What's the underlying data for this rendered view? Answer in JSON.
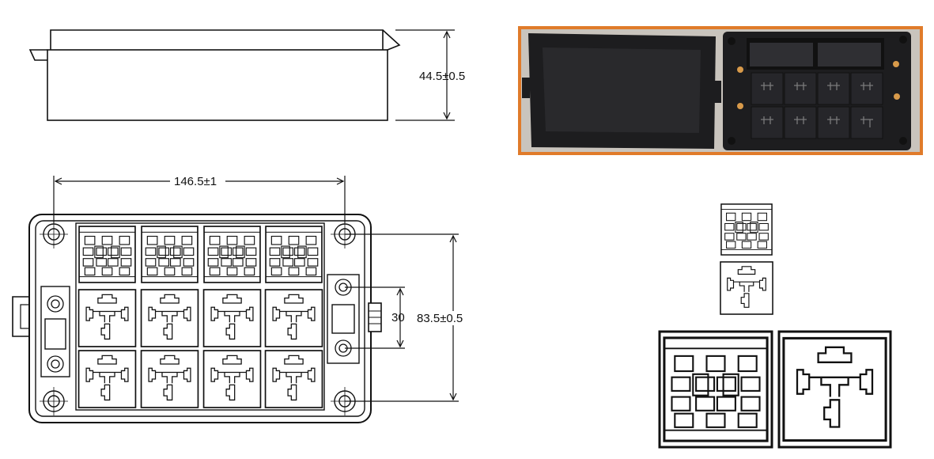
{
  "dimensions": {
    "height": "44.5±0.5",
    "width": "146.5±1",
    "depth": "83.5±0.5",
    "spacing": "30"
  },
  "colors": {
    "line": "#111111",
    "photo_border": "#e07b2a",
    "photo_bg": "#c9c4bd",
    "plastic": "#1d1d1f"
  },
  "layout": {
    "fuse_slots": 4,
    "relay_slots": 8
  }
}
